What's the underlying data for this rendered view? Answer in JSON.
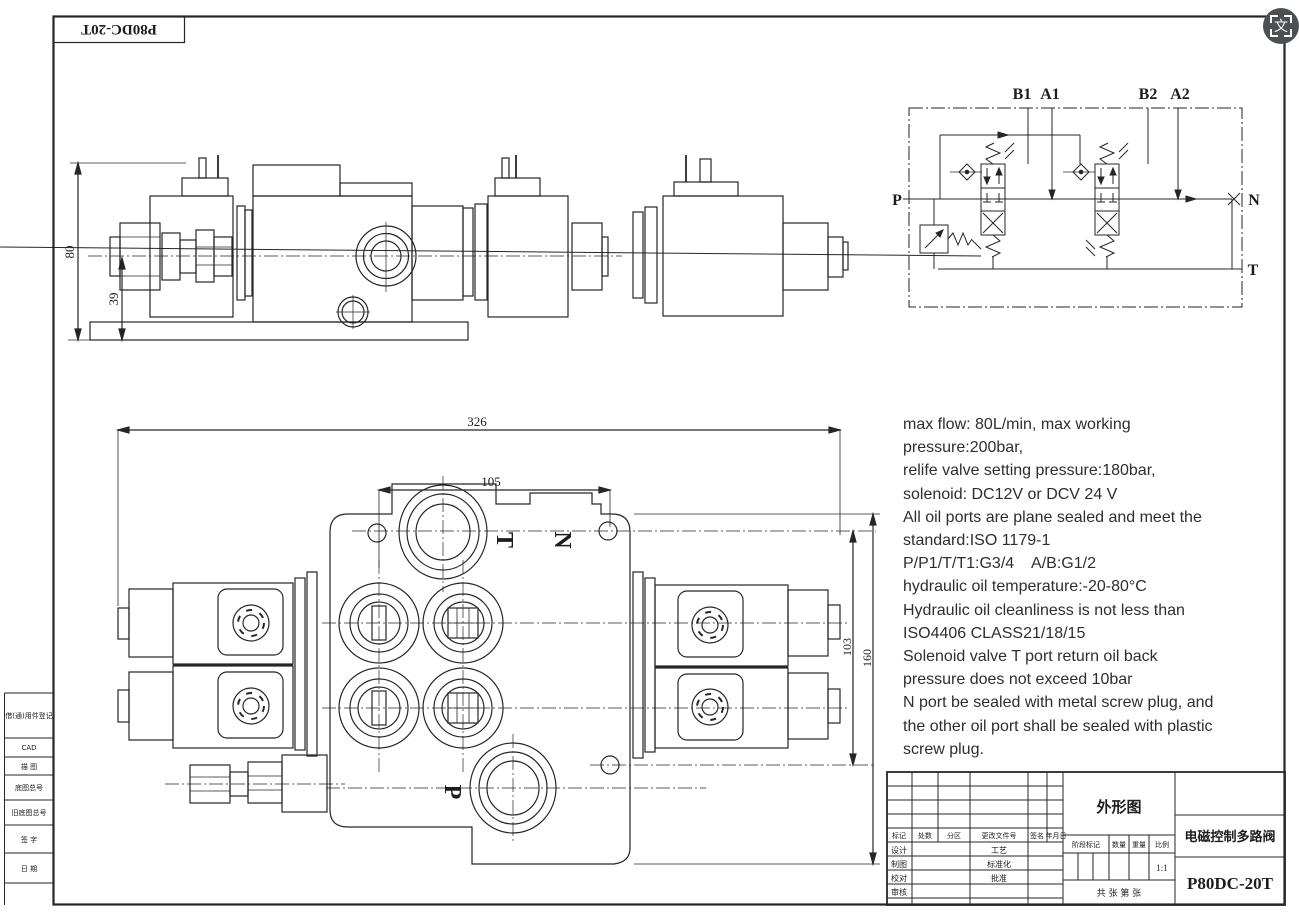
{
  "frame": {
    "corner_model": "P80DC-20T"
  },
  "page_icon": {
    "glyph": "文"
  },
  "schematic": {
    "b1": "B1",
    "a1": "A1",
    "b2": "B2",
    "a2": "A2",
    "p": "P",
    "n": "N",
    "t": "T"
  },
  "side_view": {
    "dim_overall_height": "80",
    "dim_port_height": "39"
  },
  "front_view": {
    "dim_overall_width": "326",
    "dim_top": "105",
    "dim_right_inner": "103",
    "dim_right_outer": "160",
    "port_t": "T",
    "port_n": "N",
    "port_p": "P"
  },
  "specs": {
    "lines": [
      "max flow: 80L/min, max working",
      "pressure:200bar,",
      "relife valve setting pressure:180bar,",
      "solenoid: DC12V or DCV 24 V",
      "All oil ports are plane sealed and meet the",
      "standard:ISO 1179-1",
      "P/P1/T/T1:G3/4    A/B:G1/2",
      "hydraulic oil temperature:-20-80°C",
      "Hydraulic oil cleanliness is not less than",
      "ISO4406 CLASS21/18/15",
      "Solenoid valve T port return oil back",
      "pressure does not exceed 10bar",
      "N port be sealed with metal screw plug, and",
      "the other oil port shall be sealed with plastic",
      "screw plug."
    ]
  },
  "border_strip": {
    "rows": [
      "借(通)用件登记",
      "CAD",
      "描 图",
      "底图总号",
      "旧底图总号",
      "签 字",
      "日 期"
    ]
  },
  "title_block": {
    "revision_header": [
      "标记",
      "处数",
      "分区",
      "更改文件号",
      "签名",
      "年月日"
    ],
    "left_rows": [
      {
        "a": "设计",
        "b": "工艺"
      },
      {
        "a": "制图",
        "b": "标准化"
      },
      {
        "a": "校对",
        "b": "批准"
      },
      {
        "a": "审核",
        "b": ""
      }
    ],
    "drawing_title": "外形图",
    "stage_header": [
      "阶段标记",
      "数量",
      "重量",
      "比例"
    ],
    "scale": "1:1",
    "sheet_note": "共  张  第  张",
    "product_name": "电磁控制多路阀",
    "model": "P80DC-20T"
  }
}
